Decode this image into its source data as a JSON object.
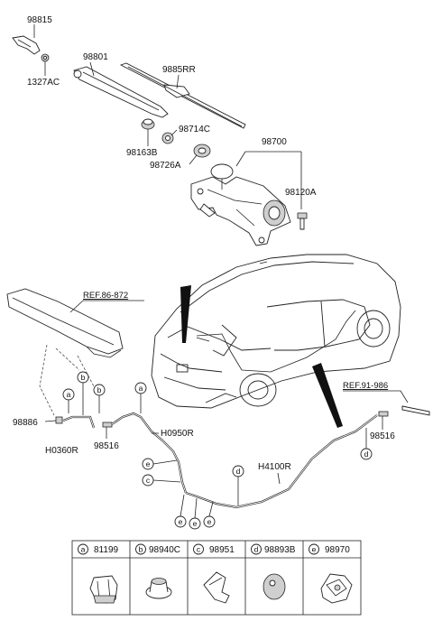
{
  "labels": {
    "p98815": "98815",
    "p1327AC": "1327AC",
    "p98801": "98801",
    "p9885RR": "9885RR",
    "p98714C": "98714C",
    "p98163B": "98163B",
    "p98726A": "98726A",
    "p98700": "98700",
    "p98120A": "98120A",
    "p98886": "98886",
    "pH0360R": "H0360R",
    "p98516_left": "98516",
    "pH0950R": "H0950R",
    "pH4100R": "H4100R",
    "p98516_right": "98516",
    "ref_left": "REF.86-872",
    "ref_right": "REF.91-986"
  },
  "callouts": {
    "a": "a",
    "b": "b",
    "c": "c",
    "d": "d",
    "e": "e"
  },
  "legend": [
    {
      "letter": "a",
      "part": "81199"
    },
    {
      "letter": "b",
      "part": "98940C"
    },
    {
      "letter": "c",
      "part": "98951"
    },
    {
      "letter": "d",
      "part": "98893B"
    },
    {
      "letter": "e",
      "part": "98970"
    }
  ]
}
